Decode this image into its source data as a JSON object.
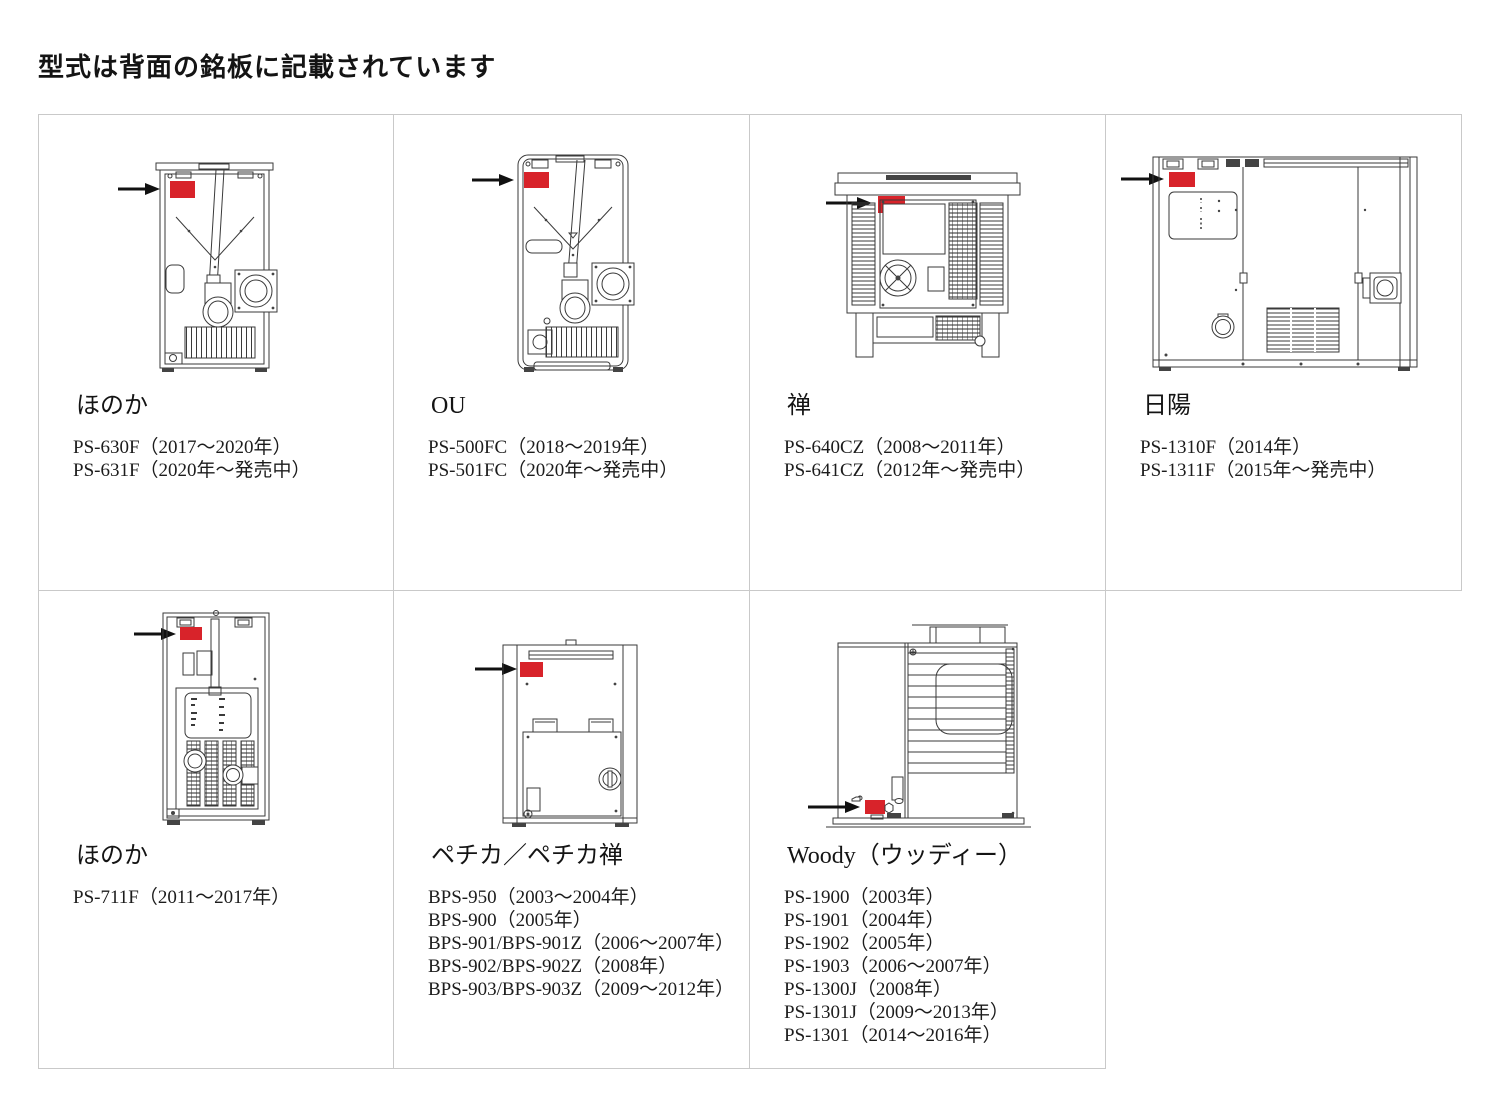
{
  "page": {
    "title": "型式は背面の銘板に記載されています"
  },
  "colors": {
    "nameplate_red": "#d8232a",
    "grid_border": "#c9c9c9",
    "diagram_line": "#3a3a3a",
    "text": "#1c1c1c"
  },
  "icons": {
    "arrow": "nameplate-location-arrow",
    "nameplate": "red-nameplate-marker"
  },
  "products": [
    {
      "name": "ほのか",
      "models": [
        "PS-630F（2017～2020年）",
        "PS-631F（2020年～発売中）"
      ]
    },
    {
      "name": "OU",
      "models": [
        "PS-500FC（2018～2019年）",
        "PS-501FC（2020年～発売中）"
      ]
    },
    {
      "name": "禅",
      "models": [
        "PS-640CZ（2008～2011年）",
        "PS-641CZ（2012年～発売中）"
      ]
    },
    {
      "name": "日陽",
      "models": [
        "PS-1310F（2014年）",
        "PS-1311F（2015年～発売中）"
      ]
    },
    {
      "name": "ほのか",
      "models": [
        "PS-711F（2011～2017年）"
      ]
    },
    {
      "name": "ペチカ／ペチカ禅",
      "models": [
        "BPS-950（2003～2004年）",
        "BPS-900（2005年）",
        "BPS-901/BPS-901Z（2006～2007年）",
        "BPS-902/BPS-902Z（2008年）",
        "BPS-903/BPS-903Z（2009～2012年）"
      ]
    },
    {
      "name": "Woody（ウッディー）",
      "models": [
        "PS-1900（2003年）",
        "PS-1901（2004年）",
        "PS-1902（2005年）",
        "PS-1903（2006～2007年）",
        "PS-1300J（2008年）",
        "PS-1301J（2009～2013年）",
        "PS-1301（2014～2016年）"
      ]
    }
  ]
}
